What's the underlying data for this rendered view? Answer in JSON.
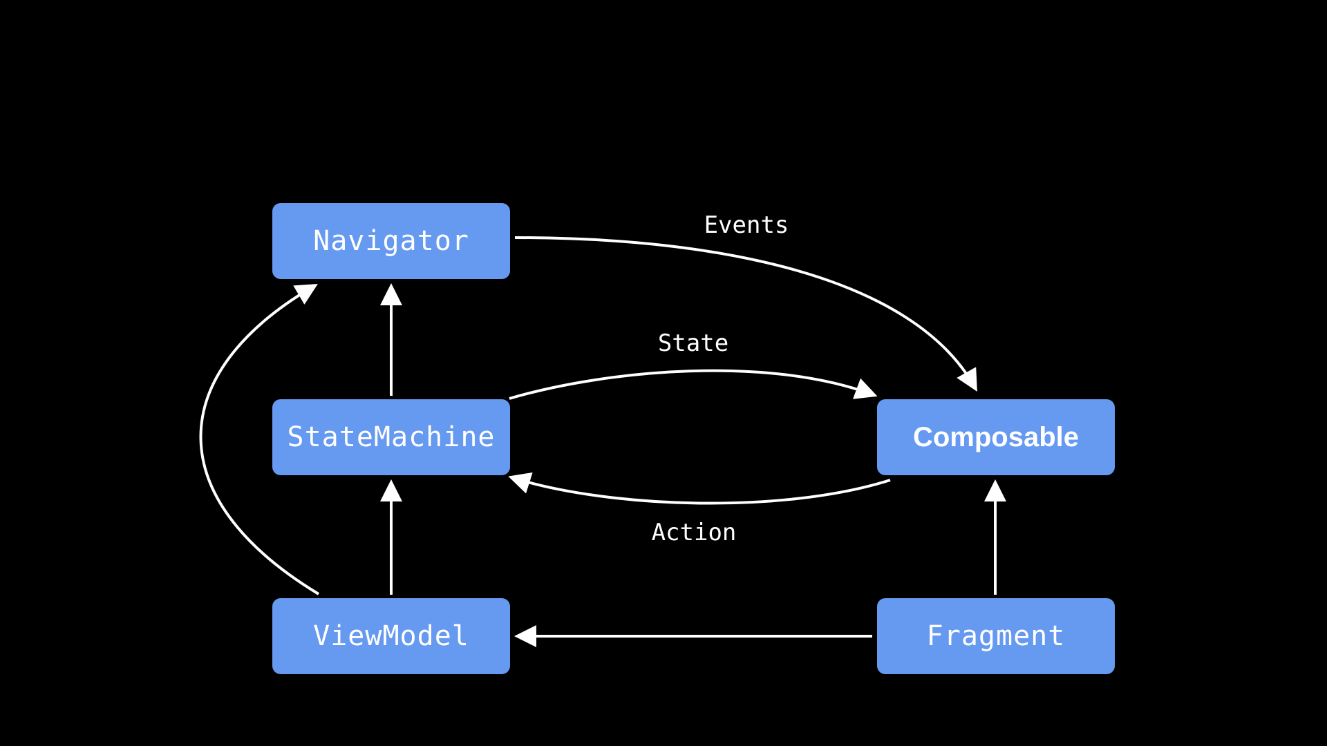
{
  "nodes": {
    "navigator": "Navigator",
    "statemachine": "StateMachine",
    "viewmodel": "ViewModel",
    "composable": "Composable",
    "fragment": "Fragment"
  },
  "edge_labels": {
    "events": "Events",
    "state": "State",
    "action": "Action"
  },
  "colors": {
    "background": "#000000",
    "node_fill": "#6699f0",
    "text": "#ffffff",
    "arrow": "#ffffff"
  }
}
